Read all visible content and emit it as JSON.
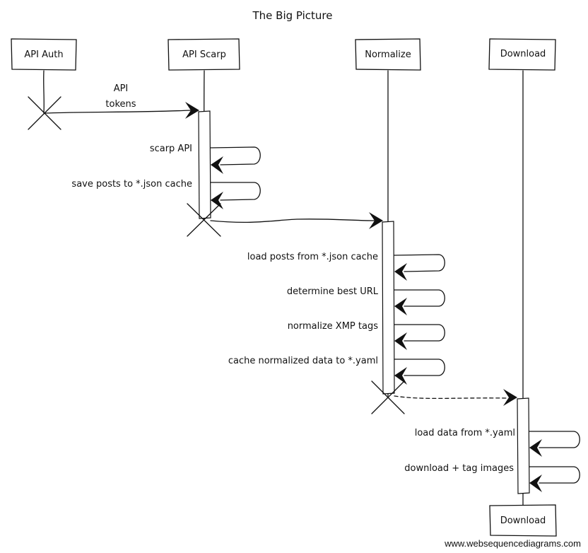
{
  "title": "The Big Picture",
  "participants": {
    "auth": "API Auth",
    "scarp": "API Scarp",
    "normalize": "Normalize",
    "download": "Download",
    "download_bottom": "Download"
  },
  "messages": {
    "tokens_line1": "API",
    "tokens_line2": "tokens",
    "scarp_api": "scarp API",
    "save_posts": "save posts to *.json cache",
    "load_posts": "load posts from *.json cache",
    "best_url": "determine best URL",
    "xmp_tags": "normalize XMP tags",
    "cache_yaml": "cache normalized data to *.yaml",
    "load_yaml": "load data from *.yaml",
    "download_tag": "download + tag images"
  },
  "watermark": "www.websequencediagrams.com"
}
